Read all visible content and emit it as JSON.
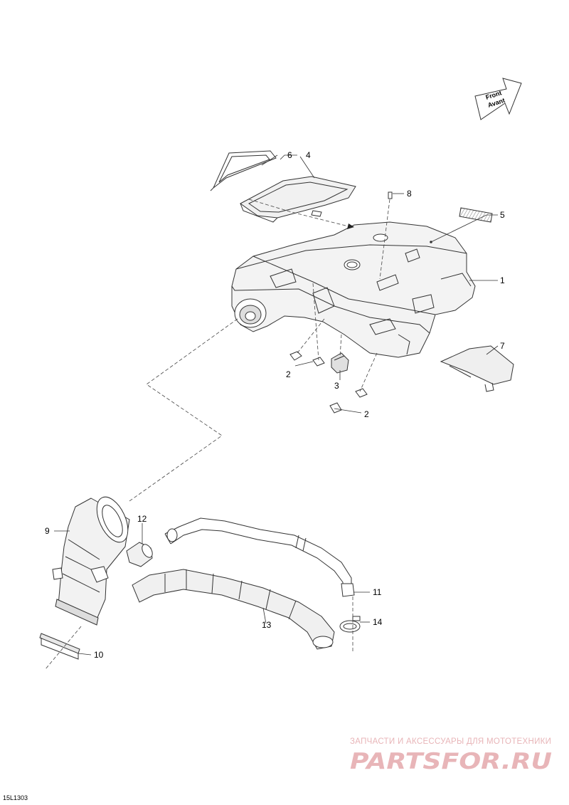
{
  "diagram": {
    "direction_arrow": {
      "line1": "Front",
      "line2": "Avant"
    },
    "callouts": [
      {
        "id": "1",
        "label": "1"
      },
      {
        "id": "2a",
        "label": "2"
      },
      {
        "id": "2b",
        "label": "2"
      },
      {
        "id": "3",
        "label": "3"
      },
      {
        "id": "4",
        "label": "4"
      },
      {
        "id": "5",
        "label": "5"
      },
      {
        "id": "6",
        "label": "6"
      },
      {
        "id": "7",
        "label": "7"
      },
      {
        "id": "8",
        "label": "8"
      },
      {
        "id": "9",
        "label": "9"
      },
      {
        "id": "10",
        "label": "10"
      },
      {
        "id": "11",
        "label": "11"
      },
      {
        "id": "12",
        "label": "12"
      },
      {
        "id": "13",
        "label": "13"
      },
      {
        "id": "14",
        "label": "14"
      }
    ],
    "reference_code": "15L1303"
  },
  "watermark": {
    "tagline": "ЗАПЧАСТИ И АКСЕССУАРЫ ДЛЯ МОТОТЕХНИКИ",
    "logo_text": "PARTSFOR.RU",
    "color": "#e8b5b8"
  }
}
